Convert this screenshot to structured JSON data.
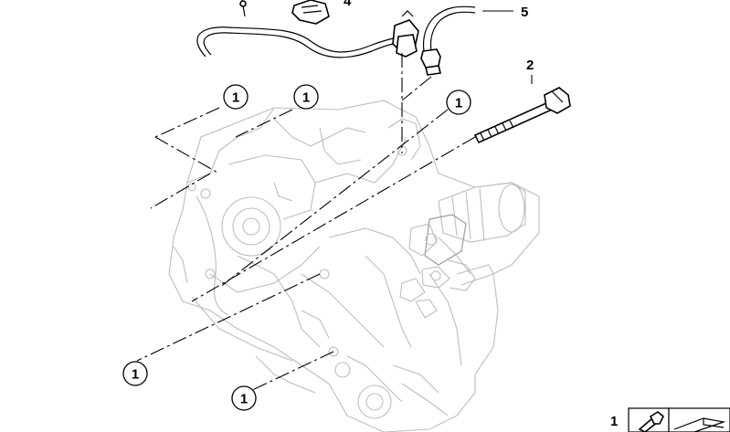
{
  "callouts": {
    "c1": "1",
    "c2": "1",
    "c3": "1",
    "c4": "1",
    "c5": "1"
  },
  "labels": {
    "bolt": "2",
    "partial_top": "4",
    "hose": "5",
    "legend": "1"
  },
  "colors": {
    "line": "#000000",
    "ghost_outline": "#bdbdbd",
    "background": "#ffffff"
  }
}
